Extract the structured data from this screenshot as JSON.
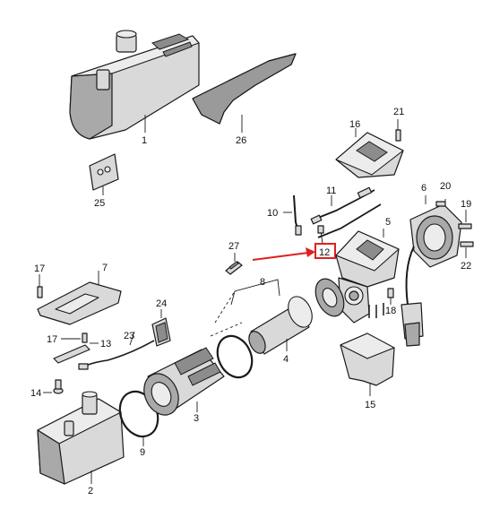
{
  "callouts": {
    "c1": "1",
    "c2": "2",
    "c3": "3",
    "c4": "4",
    "c5": "5",
    "c6": "6",
    "c7": "7",
    "c8": "8",
    "c9": "9",
    "c10": "10",
    "c11": "11",
    "c12": "12",
    "c13": "13",
    "c14": "14",
    "c15": "15",
    "c16": "16",
    "c17a": "17",
    "c17b": "17",
    "c18": "18",
    "c19": "19",
    "c20": "20",
    "c21": "21",
    "c22": "22",
    "c24": "24",
    "c25": "25",
    "c26": "26",
    "c27": "27"
  },
  "highlight": {
    "color": "#e02020"
  }
}
